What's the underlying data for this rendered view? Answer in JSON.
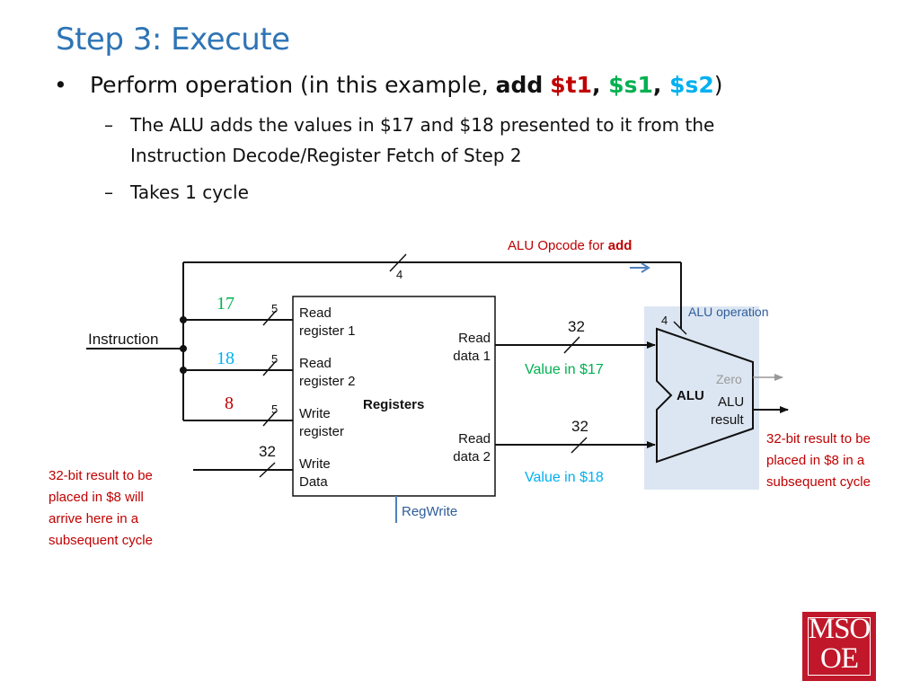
{
  "title": "Step 3: Execute",
  "bullet": {
    "symbol": "•",
    "prefix": "Perform operation (in this example, ",
    "op": "add",
    "reg1": "$t1",
    "comma1": ", ",
    "reg2": "$s1",
    "comma2": ", ",
    "reg3": "$s2",
    "suffix": ")"
  },
  "subbullets": [
    {
      "dash": "–",
      "text": "The ALU adds the values in $17 and $18 presented to it from the Instruction Decode/Register Fetch of Step 2"
    },
    {
      "dash": "–",
      "text": "Takes 1 cycle"
    }
  ],
  "diagram": {
    "instruction_label": "Instruction",
    "opcode_prefix": "ALU Opcode for ",
    "opcode_op": "add",
    "bus_width_4": "4",
    "bus_width_5a": "5",
    "bus_width_5b": "5",
    "bus_width_5c": "5",
    "bus_width_32_write": "32",
    "bus_width_32_read1": "32",
    "bus_width_32_read2": "32",
    "alu_op_width": "4",
    "reg_num_1": "17",
    "reg_num_2": "18",
    "reg_num_3": "8",
    "read_register_1_l1": "Read",
    "read_register_1_l2": "register 1",
    "read_register_2_l1": "Read",
    "read_register_2_l2": "register 2",
    "write_register_l1": "Write",
    "write_register_l2": "register",
    "write_data_l1": "Write",
    "write_data_l2": "Data",
    "registers_label": "Registers",
    "read_data_1_l1": "Read",
    "read_data_1_l2": "data 1",
    "read_data_2_l1": "Read",
    "read_data_2_l2": "data 2",
    "regwrite_label": "RegWrite",
    "alu_operation_label": "ALU operation",
    "alu_label": "ALU",
    "zero_label": "Zero",
    "alu_result_l1": "ALU",
    "alu_result_l2": "result",
    "value_17": "Value in $17",
    "value_18": "Value in $18",
    "result_note_right": [
      "32-bit result to be",
      "placed in $8 in a",
      "subsequent cycle"
    ],
    "result_note_left": [
      "32-bit result to be",
      "placed in $8 will",
      "arrive here in a",
      "subsequent cycle"
    ]
  },
  "logo": {
    "row1": "MSO",
    "row2": "OE"
  },
  "colors": {
    "title_blue": "#2e74b5",
    "t1_red": "#c00000",
    "s1_green": "#00b050",
    "s2_cyan": "#00b0f0",
    "annotation_red": "#c00000",
    "alu_panel": "#dce6f2",
    "regwrite_blue": "#4f81bd",
    "logo_red": "#c0182a"
  }
}
